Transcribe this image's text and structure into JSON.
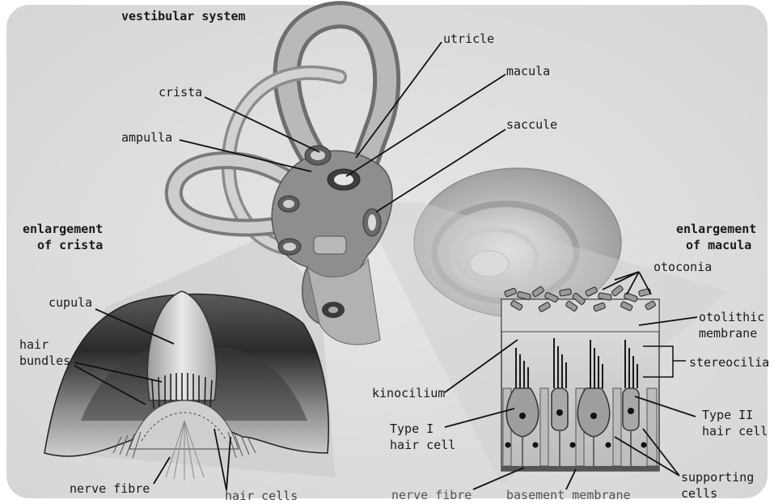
{
  "title": "vestibular system",
  "sections": {
    "crista_heading": [
      "enlargement",
      "of crista"
    ],
    "macula_heading": [
      "enlargement",
      "of macula"
    ]
  },
  "labels": {
    "utricle": "utricle",
    "macula": "macula",
    "saccule": "saccule",
    "crista": "crista",
    "ampulla": "ampulla",
    "cupula": "cupula",
    "hair_bundles": [
      "hair",
      "bundles"
    ],
    "nerve_fibre_left": "nerve fibre",
    "hair_cells": "hair cells",
    "otoconia": "otoconia",
    "otolithic_membrane": [
      "otolithic",
      "membrane"
    ],
    "stereocilia": "stereocilia",
    "kinocilium": "kinocilium",
    "type1": [
      "Type I",
      "hair cell"
    ],
    "type2": [
      "Type II",
      "hair cell"
    ],
    "supporting_cells": [
      "supporting",
      "cells"
    ],
    "nerve_fibre_right": "nerve fibre",
    "basement_membrane": "basement membrane"
  },
  "colors": {
    "background": "#e2e2e2",
    "line": "#111111",
    "tissue_dark": "#555555",
    "tissue_light": "#d0d0d0"
  }
}
